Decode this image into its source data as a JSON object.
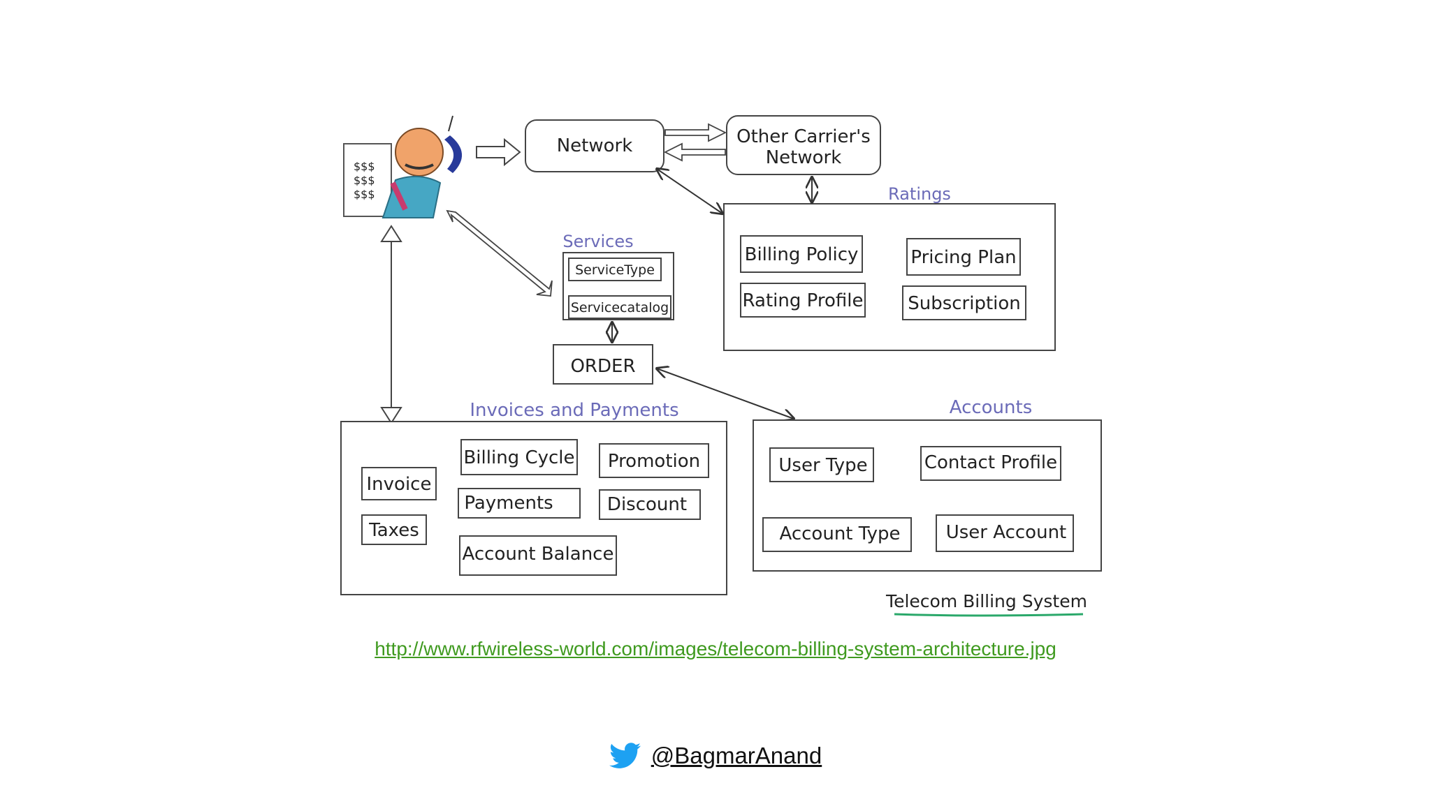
{
  "diagram": {
    "network": "Network",
    "other_carrier_line1": "Other Carrier's",
    "other_carrier_line2": "Network",
    "ratings": {
      "title": "Ratings",
      "items": [
        "Billing Policy",
        "Pricing Plan",
        "Rating Profile",
        "Subscription"
      ]
    },
    "services": {
      "title": "Services",
      "items": [
        "ServiceType",
        "Servicecatalog"
      ]
    },
    "order": "ORDER",
    "invoices": {
      "title": "Invoices and Payments",
      "items": [
        "Invoice",
        "Taxes",
        "Billing Cycle",
        "Payments",
        "Account Balance",
        "Promotion",
        "Discount"
      ]
    },
    "accounts": {
      "title": "Accounts",
      "items": [
        "User Type",
        "Contact Profile",
        "Account Type",
        "User Account"
      ]
    },
    "caption": "Telecom Billing System",
    "figure_symbols": "$$$"
  },
  "source_url": "http://www.rfwireless-world.com/images/telecom-billing-system-architecture.jpg",
  "twitter_handle": "@BagmarAnand",
  "colors": {
    "link": "#3f9a1f",
    "title": "#6b6bb8",
    "twitter": "#1da1f2",
    "caption_underline": "#2aa86a"
  }
}
